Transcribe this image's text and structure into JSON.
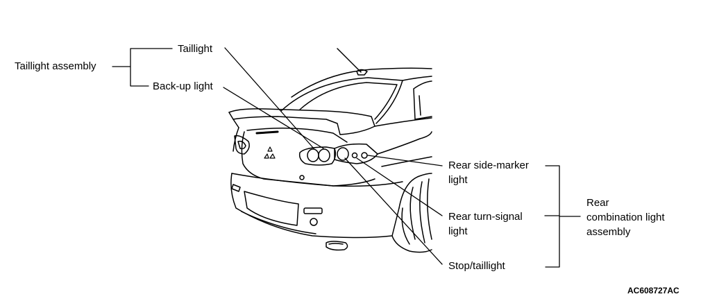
{
  "labels": {
    "taillight_assembly": "Taillight assembly",
    "taillight": "Taillight",
    "backup_light": "Back-up light",
    "rear_side_marker_line1": "Rear side-marker",
    "rear_side_marker_line2": "light",
    "rear_turn_signal_line1": "Rear turn-signal",
    "rear_turn_signal_line2": "light",
    "stop_taillight": "Stop/taillight",
    "rear_combination_line1": "Rear",
    "rear_combination_line2": "combination light",
    "rear_combination_line3": "assembly"
  },
  "figure_code": "AC608727AC"
}
